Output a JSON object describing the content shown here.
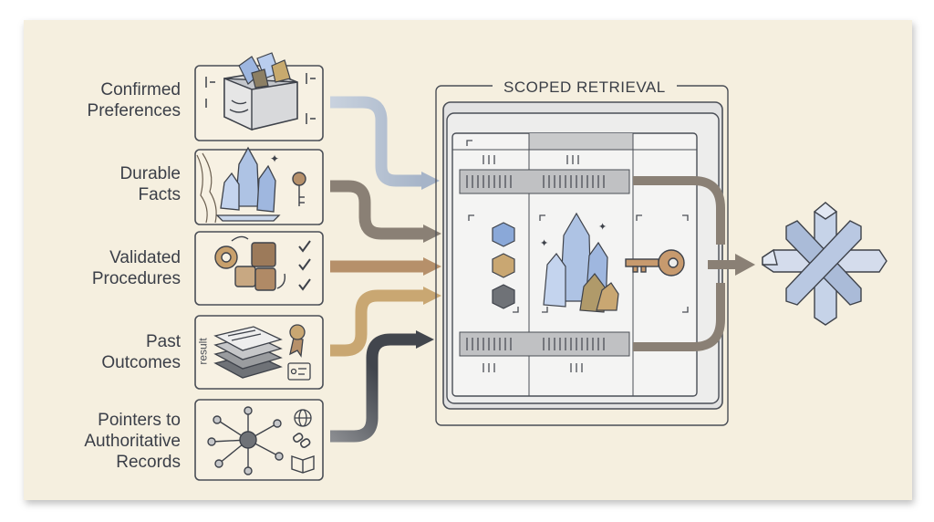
{
  "colors": {
    "background": "#f5efdf",
    "ink": "#3b3f48",
    "blue_crystal": "#aec3e4",
    "tan": "#b6906a",
    "brown_arrow": "#8a8075",
    "gold_arrow": "#c9a772",
    "dark_arrow": "#42464d",
    "light_blue_arrow": "#b4c2d4"
  },
  "panel": {
    "title": "SCOPED RETRIEVAL"
  },
  "categories": [
    {
      "label_lines": [
        "Confirmed",
        "Preferences"
      ],
      "icon": "box-of-crystals-icon",
      "arrow_color": "light_blue_arrow"
    },
    {
      "label_lines": [
        "Durable",
        "Facts"
      ],
      "icon": "crystal-cluster-icon",
      "arrow_color": "brown_arrow"
    },
    {
      "label_lines": [
        "Validated",
        "Procedures"
      ],
      "icon": "gears-puzzle-checklist-icon",
      "arrow_color": "tan"
    },
    {
      "label_lines": [
        "Past",
        "Outcomes"
      ],
      "icon": "stacked-documents-icon",
      "arrow_color": "gold_arrow",
      "tag": "result"
    },
    {
      "label_lines": [
        "Pointers to",
        "Authoritative",
        "Records"
      ],
      "icon": "network-graph-icon",
      "arrow_color": "dark_arrow"
    }
  ],
  "output": {
    "icon": "combined-crystal-star-icon"
  }
}
